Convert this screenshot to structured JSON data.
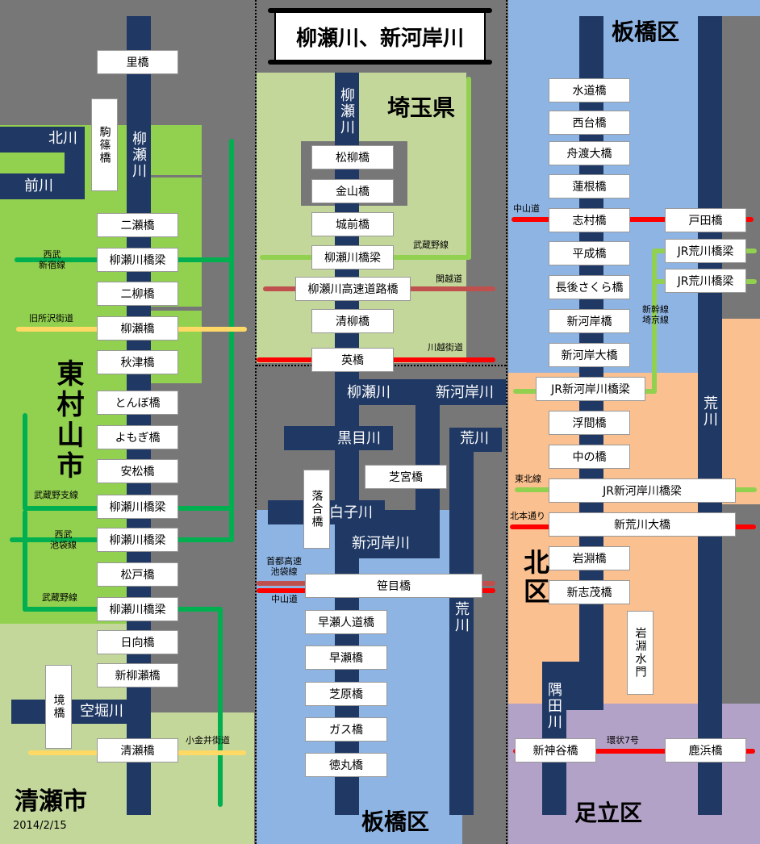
{
  "title": "柳瀬川、新河岸川",
  "date": "2014/2/15",
  "colors": {
    "river": "#1f3864",
    "green_area": "#92d050",
    "light_green": "#c4d79b",
    "blue_area": "#8eb4e3",
    "orange_area": "#fac090",
    "purple_area": "#b3a2c7",
    "rail": "#00b050",
    "light_rail": "#92d050",
    "road_red": "#ff0000",
    "road_yellow": "#ffd966",
    "expressway": "#c0504d"
  },
  "regions": {
    "higashimurayama": "東村山市",
    "kiyose": "清瀬市",
    "saitama": "埼玉県",
    "itabashi_top": "板橋区",
    "itabashi_bottom": "板橋区",
    "kita": "北区",
    "adachi": "足立区"
  },
  "rivers": {
    "yanase": "柳瀬川",
    "kitagawa": "北川",
    "maekawa": "前川",
    "kurame": "黒目川",
    "shirako": "白子川",
    "shingashi": "新河岸川",
    "arakawa": "荒川",
    "sumida": "隅田川",
    "karabori": "空堀川",
    "yanase2": "柳瀬川",
    "shingashi2": "新河岸川",
    "arakawa2": "荒川",
    "arakawa3": "荒川"
  },
  "bridges": {
    "satobashi": "里橋",
    "komakawa": "駒篠橋",
    "futase": "二瀬橋",
    "yanase_rail1": "柳瀬川橋梁",
    "futayanagi": "二柳橋",
    "yanasebashi": "柳瀬橋",
    "akitsu": "秋津橋",
    "tonbo": "とんぼ橋",
    "yomogi": "よもぎ橋",
    "yasumatsu": "安松橋",
    "yanase_rail2": "柳瀬川橋梁",
    "yanase_rail3": "柳瀬川橋梁",
    "matsudo": "松戸橋",
    "yanase_rail4": "柳瀬川橋梁",
    "hinata": "日向橋",
    "shinyanase": "新柳瀬橋",
    "sakai": "境橋",
    "kiyosebashi": "清瀬橋",
    "matsuyanagi": "松柳橋",
    "kanayama": "金山橋",
    "shiromae": "城前橋",
    "yanase_rail5": "柳瀬川橋梁",
    "yanase_expressway": "柳瀬川高速道路橋",
    "seiryu": "清柳橋",
    "hanabashi": "英橋",
    "shibamiya": "芝宮橋",
    "ochiai": "落合橋",
    "sasame": "笹目橋",
    "hayase_foot": "早瀬人道橋",
    "hayase": "早瀬橋",
    "shibahara": "芝原橋",
    "gas": "ガス橋",
    "tokumaru": "徳丸橋",
    "suido": "水道橋",
    "nishidai": "西台橋",
    "funado": "舟渡大橋",
    "hasune": "蓮根橋",
    "shimura": "志村橋",
    "toda": "戸田橋",
    "jr_arakawa1": "JR荒川橋梁",
    "jr_arakawa2": "JR荒川橋梁",
    "heisei": "平成橋",
    "nagago": "長後さくら橋",
    "shingashi_bridge": "新河岸橋",
    "shingashi_ohashi": "新河岸大橋",
    "jr_shingashi1": "JR新河岸川橋梁",
    "ukima": "浮間橋",
    "nakanoshima": "中の橋",
    "jr_shingashi2": "JR新河岸川橋梁",
    "shinarakawa": "新荒川大橋",
    "iwabuchi": "岩淵橋",
    "shinshimo": "新志茂橋",
    "iwabuchi_gate": "岩淵水門",
    "shinkamiya": "新神谷橋",
    "shikahama": "鹿浜橋"
  },
  "lines": {
    "seibu_shinjuku": "西武\n新宿線",
    "kyu_tokorozawa": "旧所沢街道",
    "musashino_branch": "武蔵野支線",
    "seibu_ikebukuro": "西武\n池袋線",
    "musashino_line1": "武蔵野線",
    "koganei": "小金井街道",
    "musashino_line2": "武蔵野線",
    "kanetsu": "関越道",
    "kawagoe": "川越街道",
    "shuto_ikebukuro": "首都高速\n池袋線",
    "nakasendo1": "中山道",
    "nakasendo2": "中山道",
    "shinkansen": "新幹線\n埼京線",
    "tohoku": "東北線",
    "kitahondori": "北本通り",
    "kanjo7": "環状7号"
  }
}
